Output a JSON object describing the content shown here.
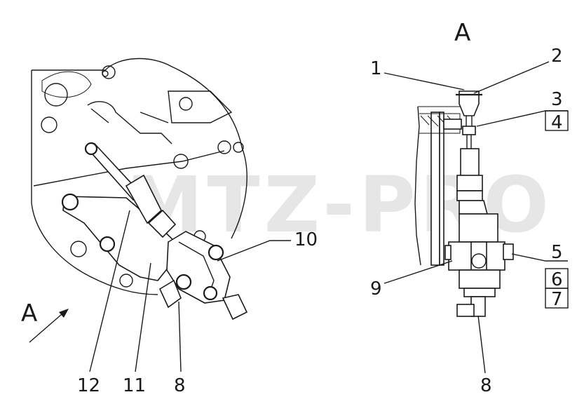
{
  "watermark": "MTZ-PRO",
  "view_labels": {
    "left": "A",
    "right": "A"
  },
  "left_view": {
    "callouts": {
      "c10": "10",
      "c12": "12",
      "c11": "11",
      "c8": "8"
    }
  },
  "right_view": {
    "callouts": {
      "c1": "1",
      "c2": "2",
      "c3": "3",
      "c4": "4",
      "c5": "5",
      "c6": "6",
      "c7": "7",
      "c9": "9",
      "c8": "8"
    }
  },
  "colors": {
    "ink": "#1a1a1a",
    "watermark": "#e6e6e6",
    "background": "#ffffff"
  }
}
